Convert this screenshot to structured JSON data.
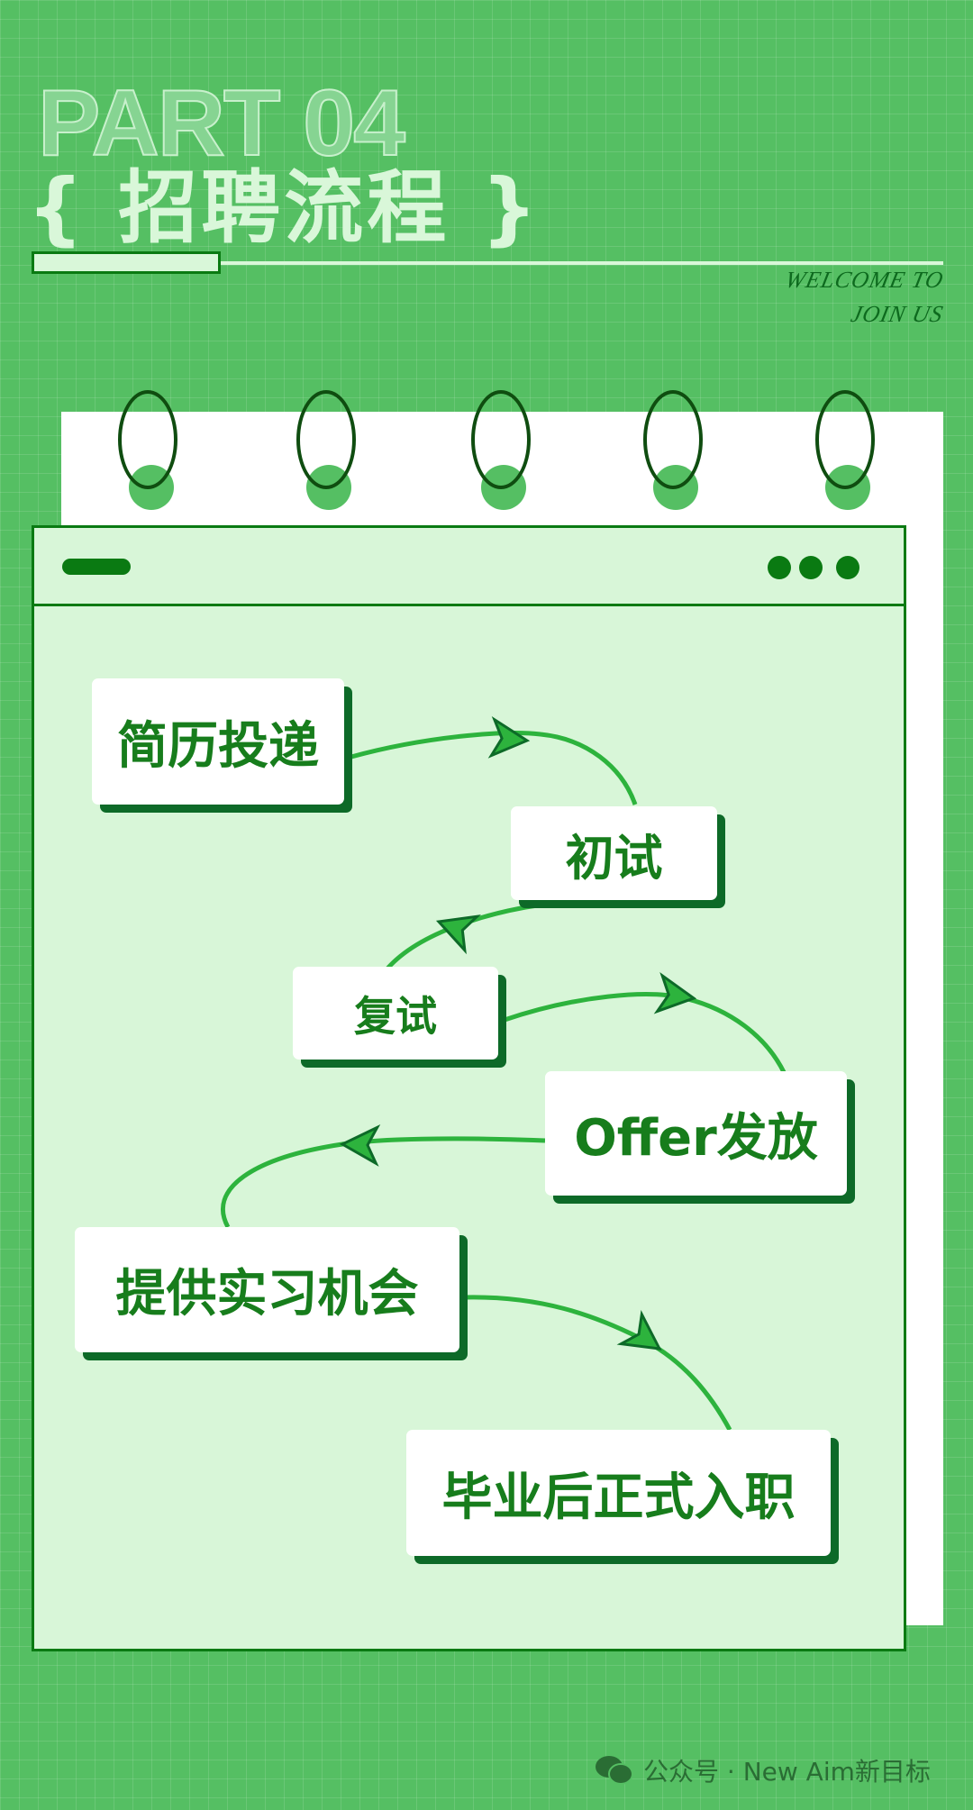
{
  "header": {
    "part": "PART 04",
    "title": "{ 招聘流程 }",
    "welcome_line1": "WELCOME TO",
    "welcome_line2": "JOIN US"
  },
  "steps": [
    "简历投递",
    "初试",
    "复试",
    "Offer发放",
    "提供实习机会",
    "毕业后正式入职"
  ],
  "footer": {
    "text": "公众号 · New Aim新目标"
  },
  "colors": {
    "background": "#55bf63",
    "accent": "#0a7a12",
    "panel": "#d8f6d8",
    "arrow": "#2db33d"
  }
}
